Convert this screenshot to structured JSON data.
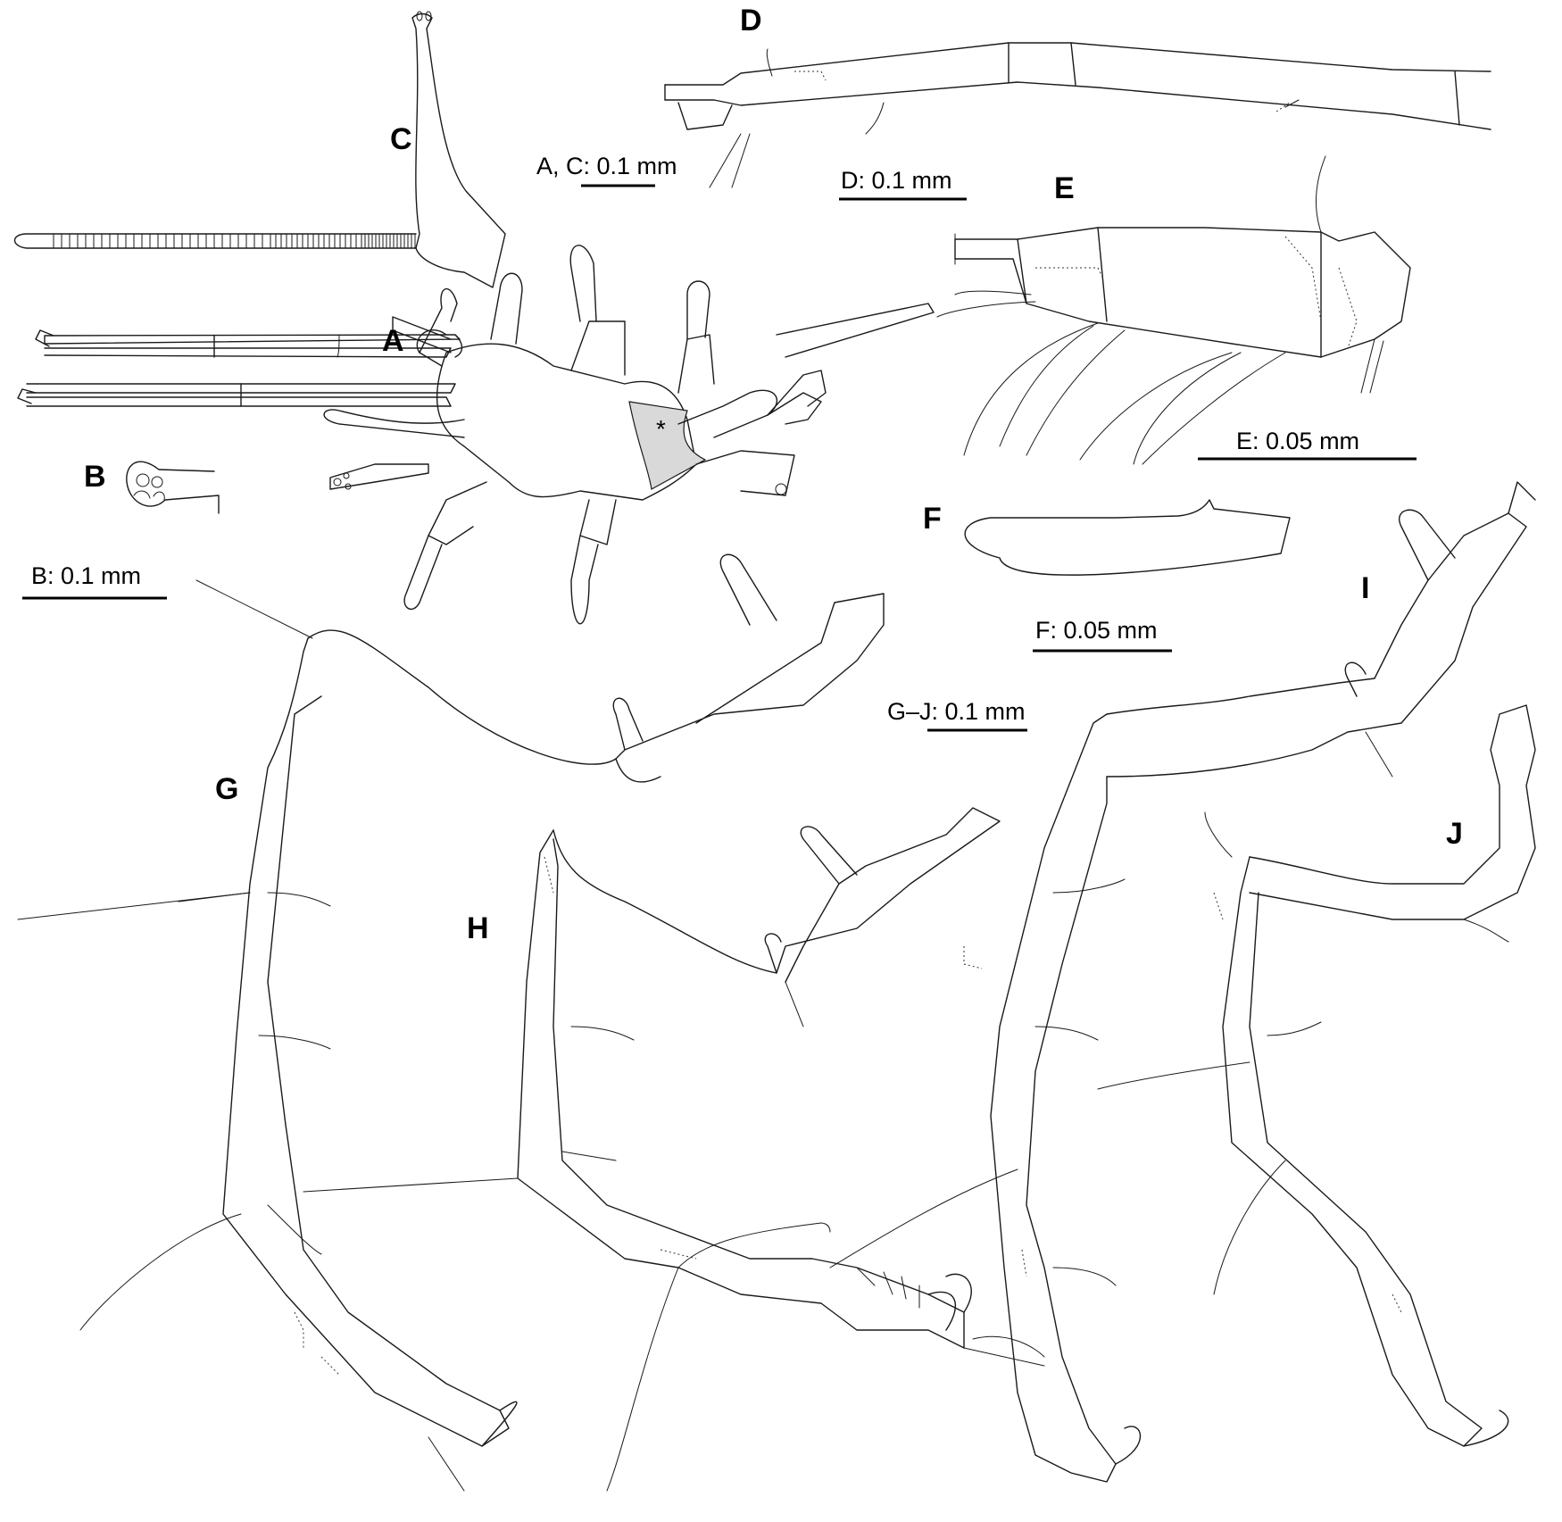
{
  "figure": {
    "panels": {
      "a": "A",
      "b": "B",
      "c": "C",
      "d": "D",
      "e": "E",
      "f": "F",
      "g": "G",
      "h": "H",
      "i": "I",
      "j": "J"
    },
    "scale_bars": {
      "ac": "A, C: 0.1 mm",
      "b": "B: 0.1 mm",
      "d": "D: 0.1 mm",
      "e": "E: 0.05 mm",
      "f": "F: 0.05 mm",
      "gj": "G–J: 0.1 mm"
    },
    "asterisk": "*",
    "colors": {
      "line": "#1a1a1a",
      "shade": "#d9d9d9",
      "background": "#ffffff"
    }
  }
}
